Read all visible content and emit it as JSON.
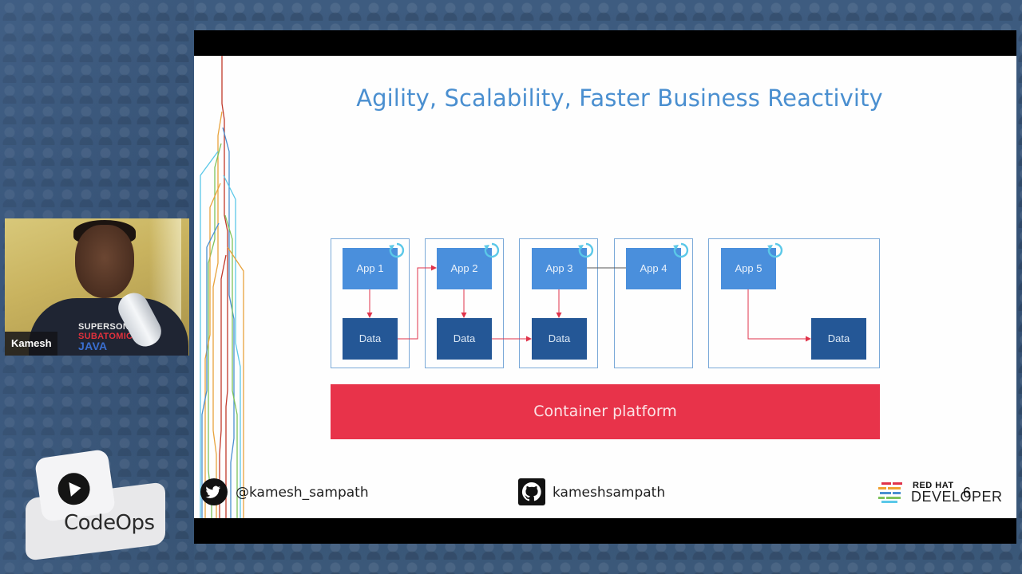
{
  "presenter": {
    "name": "Kamesh",
    "shirt_text": [
      "SUPERSONIC",
      "SUBATOMIC",
      "JAVA"
    ]
  },
  "event_logo": {
    "brand": "CodeOps",
    "icon": "play-icon"
  },
  "slide": {
    "title": "Agility, Scalability, Faster Business Reactivity",
    "number": "6",
    "apps": [
      {
        "label": "App 1",
        "data_label": "Data"
      },
      {
        "label": "App 2",
        "data_label": "Data"
      },
      {
        "label": "App 3",
        "data_label": "Data"
      },
      {
        "label": "App 4",
        "data_label": ""
      },
      {
        "label": "App 5",
        "data_label": "Data"
      }
    ],
    "platform_label": "Container platform",
    "footer": {
      "twitter_handle": "@kamesh_sampath",
      "github_handle": "kameshsampath",
      "brand_line1": "RED HAT",
      "brand_line2": "DEVELOPER"
    }
  },
  "colors": {
    "title": "#4a8fd0",
    "app_box": "#4a8fdc",
    "data_box": "#245796",
    "platform": "#e8334a",
    "refresh_icon": "#5bc8e8",
    "arrow": "#e0334a"
  }
}
